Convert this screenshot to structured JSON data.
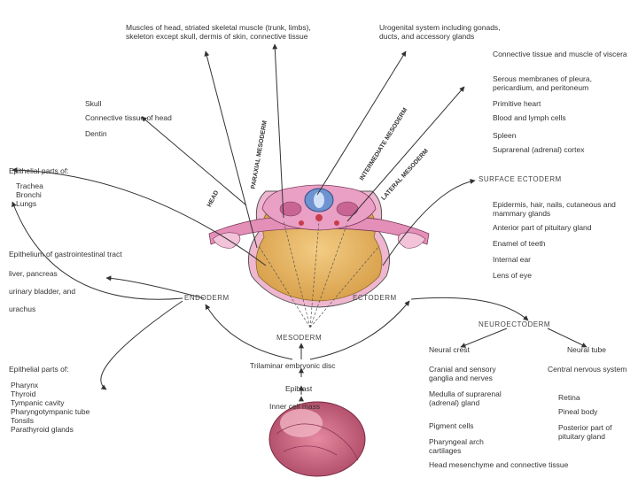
{
  "labels": {
    "muscles_head": "Muscles of head, striated skeletal muscle (trunk, limbs), skeleton except skull, dermis of skin, connective tissue",
    "urogenital": "Urogenital system including gonads, ducts, and accessory glands",
    "connective_viscera": "Connective tissue and muscle of viscera",
    "serous": "Serous membranes of pleura, pericardium, and peritoneum",
    "primitive_heart": "Primitive heart",
    "blood_lymph": "Blood and lymph cells",
    "spleen": "Spleen",
    "suprarenal_cortex": "Suprarenal (adrenal) cortex",
    "skull": "Skull",
    "connective_head": "Connective tissue of head",
    "dentin": "Dentin",
    "epithelial_parts_1": "Epithelial parts of:",
    "trachea": "Trachea",
    "bronchi": "Bronchi",
    "lungs": "Lungs",
    "surface_ectoderm": "SURFACE ECTODERM",
    "epidermis": "Epidermis, hair, nails, cutaneous and mammary glands",
    "anterior_pituitary": "Anterior part of pituitary gland",
    "enamel": "Enamel of teeth",
    "internal_ear": "Internal ear",
    "lens": "Lens of eye",
    "epithelium_gi": "Epithelium of gastrointestinal tract",
    "liver": "liver, pancreas",
    "urinary": "urinary bladder, and",
    "urachus": "urachus",
    "endoderm": "ENDODERM",
    "ectoderm": "ECTODERM",
    "neuroectoderm": "NEUROECTODERM",
    "neural_crest": "Neural crest",
    "neural_tube": "Neural tube",
    "cranial": "Cranial and sensory ganglia and nerves",
    "cns": "Central nervous system",
    "medulla": "Medulla of suprarenal (adrenal) gland",
    "retina": "Retina",
    "pineal": "Pineal body",
    "pigment": "Pigment cells",
    "posterior_pituitary": "Posterior part of pituitary gland",
    "pharyngeal_arch": "Pharyngeal arch cartilages",
    "head_mesenchyme": "Head mesenchyme and connective tissue",
    "mesoderm": "MESODERM",
    "trilaminar": "Trilaminar embryonic disc",
    "epiblast": "Epiblast",
    "inner_cell_mass": "Inner cell mass",
    "epithelial_parts_2": "Epithelial parts of:",
    "pharynx": "Pharynx",
    "thyroid": "Thyroid",
    "tympanic": "Tympanic cavity",
    "pharyngotympanic": "Pharyngotympanic tube",
    "tonsils": "Tonsils",
    "parathyroid": "Parathyroid glands",
    "head": "HEAD",
    "paraxial": "PARAXIAL MESODERM",
    "intermediate": "INTERMEDIATE MESODERM",
    "lateral": "LATERAL MESODERM"
  },
  "colors": {
    "ectoderm_pink": "#e8a2c4",
    "mesoderm_pink": "#d77aa8",
    "yolk": "#e9b865",
    "neural_blue": "#5f86c9",
    "red_accent": "#c93c4b",
    "lines": "#333333"
  }
}
